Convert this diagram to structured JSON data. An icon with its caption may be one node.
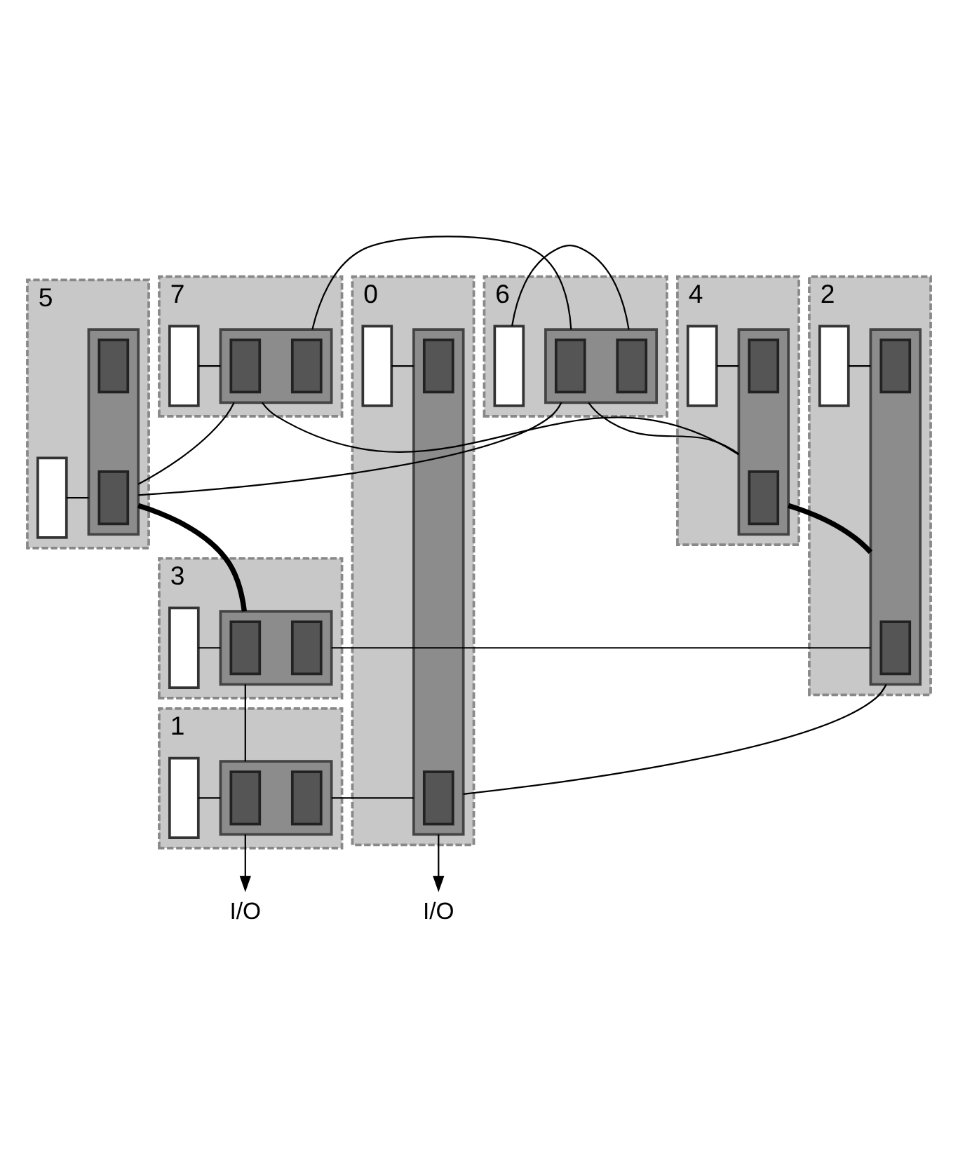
{
  "diagram": {
    "nodes": [
      {
        "text": [
          "6"
        ]
      },
      {
        "text": [],
        "shape": "box",
        "in": 0
      },
      {
        "text": [],
        "shape": "box",
        "in": 0
      },
      {
        "text": [],
        "shape": "box",
        "in": 2
      },
      {
        "text": [],
        "shape": "box",
        "in": 2
      },
      {
        "text": [
          "7"
        ]
      },
      {
        "text": [],
        "shape": "box",
        "in": 5
      },
      {
        "text": [],
        "shape": "box",
        "in": 6
      },
      {
        "text": [],
        "shape": "box",
        "in": 6
      },
      {
        "text": [],
        "shape": "box",
        "in": 5
      },
      {
        "text": [
          "4"
        ]
      },
      {
        "text": [],
        "shape": "box",
        "in": 10
      },
      {
        "text": [],
        "shape": "box",
        "in": 10
      },
      {
        "text": [],
        "shape": "box",
        "in": 12
      },
      {
        "text": [],
        "shape": "box",
        "in": 12
      },
      {
        "text": [
          "5"
        ]
      },
      {
        "text": [],
        "shape": "box",
        "in": 15
      },
      {
        "text": [],
        "shape": "box",
        "in": 16
      },
      {
        "text": [],
        "shape": "box",
        "in": 16
      },
      {
        "text": [],
        "shape": "box",
        "in": 15
      },
      {
        "text": [
          "2"
        ]
      },
      {
        "text": [],
        "shape": "box",
        "in": 20
      },
      {
        "text": [],
        "shape": "box",
        "in": 20
      },
      {
        "text": [],
        "shape": "box",
        "in": 22
      },
      {
        "text": [],
        "shape": "box",
        "in": 22
      },
      {
        "text": [
          "3"
        ]
      },
      {
        "text": [],
        "shape": "box",
        "in": 25
      },
      {
        "text": [],
        "shape": "box",
        "in": 26
      },
      {
        "text": [],
        "shape": "box",
        "in": 26
      },
      {
        "text": [],
        "shape": "box",
        "in": 25
      },
      {
        "text": [
          "0"
        ]
      },
      {
        "text": [],
        "shape": "box",
        "in": 30
      },
      {
        "text": [],
        "shape": "box",
        "in": 30
      },
      {
        "text": [],
        "shape": "box",
        "in": 32
      },
      {
        "text": [],
        "shape": "box",
        "in": 32
      },
      {
        "text": [
          "1"
        ]
      },
      {
        "text": [],
        "shape": "box",
        "in": 35
      },
      {
        "text": [],
        "shape": "box",
        "in": 36
      },
      {
        "text": [],
        "shape": "box",
        "in": 36
      },
      {
        "text": [],
        "shape": "box",
        "in": 35
      },
      {
        "text": [
          "I/O"
        ]
      },
      {
        "text": [
          "I/O"
        ]
      }
    ],
    "edges": [
      {
        "from": 1,
        "to": 2,
        "arrow": "none"
      },
      {
        "from": 6,
        "to": 9,
        "arrow": "none"
      },
      {
        "from": 11,
        "to": 12,
        "arrow": "none"
      },
      {
        "from": 16,
        "to": 19,
        "arrow": "none"
      },
      {
        "from": 21,
        "to": 22,
        "arrow": "none"
      },
      {
        "from": 26,
        "to": 29,
        "arrow": "none"
      },
      {
        "from": 31,
        "to": 32,
        "arrow": "none"
      },
      {
        "from": 36,
        "to": 39,
        "arrow": "none"
      },
      {
        "from": 2,
        "to": 6,
        "arrow": "none"
      },
      {
        "from": 2,
        "to": 12,
        "arrow": "none"
      },
      {
        "from": 6,
        "to": 16,
        "arrow": "none"
      },
      {
        "from": 2,
        "to": 16,
        "arrow": "none"
      },
      {
        "from": 6,
        "to": 12,
        "arrow": "none"
      },
      {
        "from": 12,
        "to": 22,
        "arrow": "none",
        "style": "thick"
      },
      {
        "from": 16,
        "to": 26,
        "arrow": "none",
        "style": "thick"
      },
      {
        "from": 22,
        "to": 26,
        "arrow": "none"
      },
      {
        "from": 22,
        "to": 32,
        "arrow": "none"
      },
      {
        "from": 26,
        "to": 36,
        "arrow": "none"
      },
      {
        "from": 32,
        "to": 36,
        "arrow": "none"
      },
      {
        "from": 32,
        "to": 40,
        "arrow": "to"
      },
      {
        "from": 36,
        "to": 41,
        "arrow": "to"
      }
    ]
  }
}
